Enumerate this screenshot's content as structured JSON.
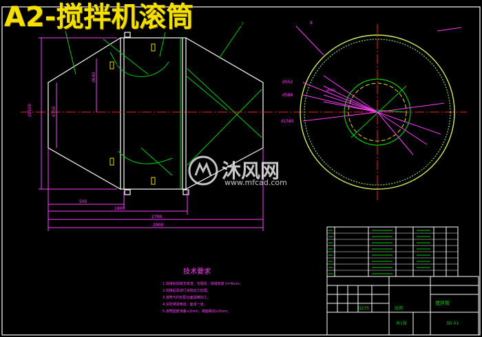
{
  "title": "A2-搅拌机滚筒",
  "watermark": {
    "brand": "沐风网",
    "url": "www.mfcad.com"
  },
  "dimensions": {
    "d1500": "d1500",
    "d750": "d750",
    "d640": "d640",
    "len500": "500",
    "len1800": "1800",
    "len2700": "2700",
    "len2900": "2900"
  },
  "callouts": {
    "part7": "7",
    "part8": "8"
  },
  "circle_dims": [
    "d1585",
    "d588",
    "d560",
    "d552"
  ],
  "tech": {
    "heading": "技术要求",
    "lines": [
      "1.焊接处焊缝无夹渣、无裂纹，焊缝高度 h=6mm。",
      "2.焊接后需进行消除应力处理。",
      "3.滚筒与托轮配合面需精加工。",
      "4.涂防锈漆两道，面漆一道。",
      "5.滚筒圆度误差≤2mm，端面跳动≤2mm。"
    ]
  },
  "title_block": {
    "drawing_name": "搅拌筒",
    "drawing_no": "3D-01",
    "scale_label": "比例",
    "sheet_label": "共1张",
    "material": "Q235"
  }
}
